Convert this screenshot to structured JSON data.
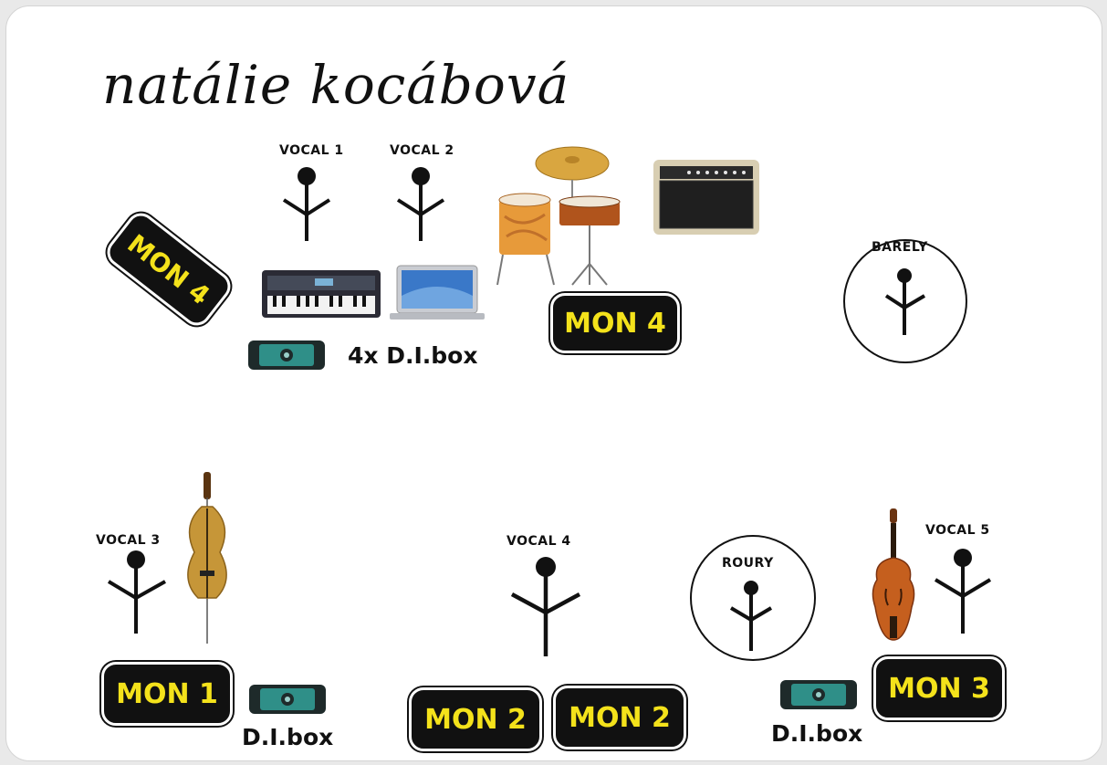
{
  "title": "natálie kocábová",
  "vocals": {
    "v1": "VOCAL 1",
    "v2": "VOCAL 2",
    "v3": "VOCAL 3",
    "v4": "VOCAL 4",
    "v5": "VOCAL 5",
    "barely": "BARELY",
    "roury": "ROURY"
  },
  "monitors": {
    "mon4_left": "MON 4",
    "mon4_drums": "MON 4",
    "mon1": "MON 1",
    "mon2_a": "MON 2",
    "mon2_b": "MON 2",
    "mon3": "MON 3"
  },
  "di_labels": {
    "top": "4x D.I.box",
    "cello": "D.I.box",
    "violin": "D.I.box"
  },
  "colors": {
    "monitor_bg": "#111111",
    "monitor_text": "#f4e21b",
    "ink": "#111111"
  }
}
